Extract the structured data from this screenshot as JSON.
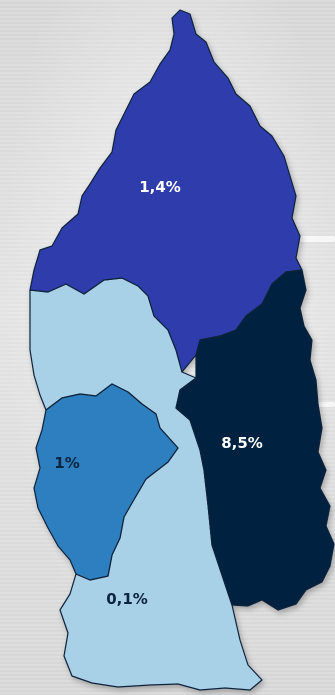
{
  "colors": {
    "north": "#2f3dab",
    "southwest": "#2f7fbf",
    "east": "#04223f",
    "south": "#a8d0e6",
    "label_light": "#ffffff",
    "label_dark": "#0b2540"
  },
  "regions": [
    {
      "name": "north",
      "label": "1,4%"
    },
    {
      "name": "southwest",
      "label": "1%"
    },
    {
      "name": "east",
      "label": "8,5%"
    },
    {
      "name": "south",
      "label": "0,1%"
    }
  ]
}
